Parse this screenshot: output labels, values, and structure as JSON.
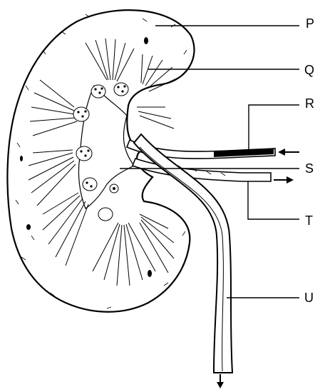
{
  "diagram": {
    "labels": {
      "p": "P",
      "q": "Q",
      "r": "R",
      "s": "S",
      "t": "T",
      "u": "U"
    },
    "colors": {
      "ink": "#000000",
      "paper": "#ffffff"
    }
  }
}
